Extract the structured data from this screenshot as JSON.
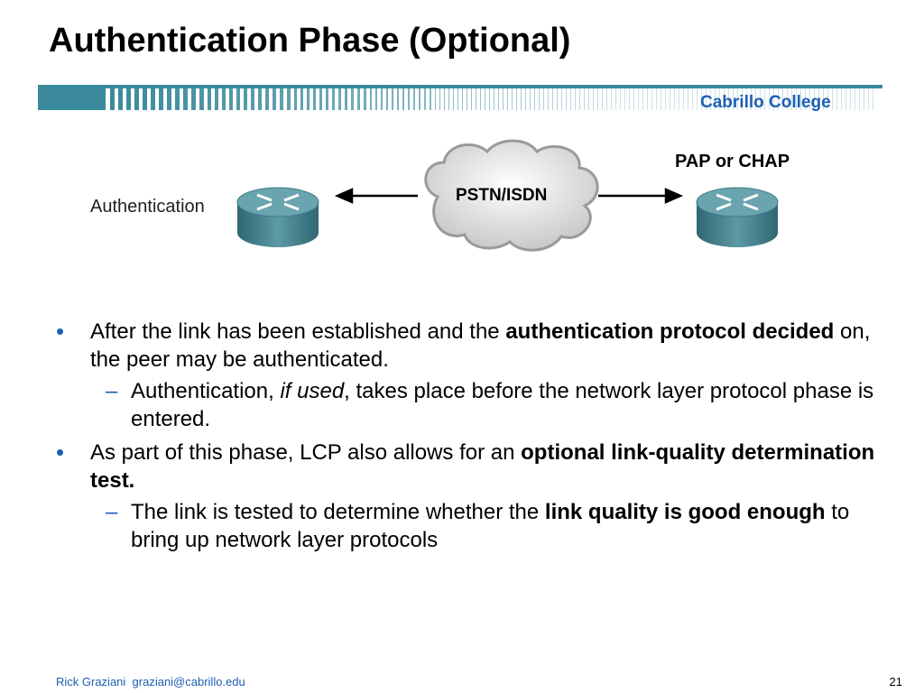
{
  "slide": {
    "title": "Authentication Phase (Optional)",
    "brand": "Cabrillo College",
    "page_number": "21"
  },
  "diagram": {
    "left_label": "Authentication",
    "cloud_label": "PSTN/ISDN",
    "right_label": "PAP or CHAP",
    "icons": [
      "router-icon",
      "cloud-icon",
      "router-icon"
    ]
  },
  "bullets": [
    {
      "level": 1,
      "parts": [
        {
          "text": "After the link has been established and the ",
          "style": "normal"
        },
        {
          "text": "authentication protocol decided",
          "style": "bold"
        },
        {
          "text": " on, the peer may be authenticated.",
          "style": "normal"
        }
      ]
    },
    {
      "level": 2,
      "parts": [
        {
          "text": "Authentication, ",
          "style": "normal"
        },
        {
          "text": "if used",
          "style": "italic"
        },
        {
          "text": ", takes place before the network layer protocol phase is entered.",
          "style": "normal"
        }
      ]
    },
    {
      "level": 1,
      "parts": [
        {
          "text": "As part of this phase, LCP also allows for an ",
          "style": "normal"
        },
        {
          "text": "optional link-quality determination test.",
          "style": "bold"
        }
      ]
    },
    {
      "level": 2,
      "parts": [
        {
          "text": "The link is tested to determine whether the ",
          "style": "normal"
        },
        {
          "text": "link quality is good enough",
          "style": "bold"
        },
        {
          "text": " to bring up network layer protocols",
          "style": "normal"
        }
      ]
    }
  ],
  "bullet_markers": {
    "level1": "•",
    "level2": "–"
  },
  "footer": {
    "author": "Rick Graziani",
    "email": "graziani@cabrillo.edu"
  },
  "colors": {
    "accent": "#1d5fb3",
    "banner": "#3a8a9c",
    "router_body": "#4b8793",
    "cloud_fill": "#e3e3e3"
  }
}
